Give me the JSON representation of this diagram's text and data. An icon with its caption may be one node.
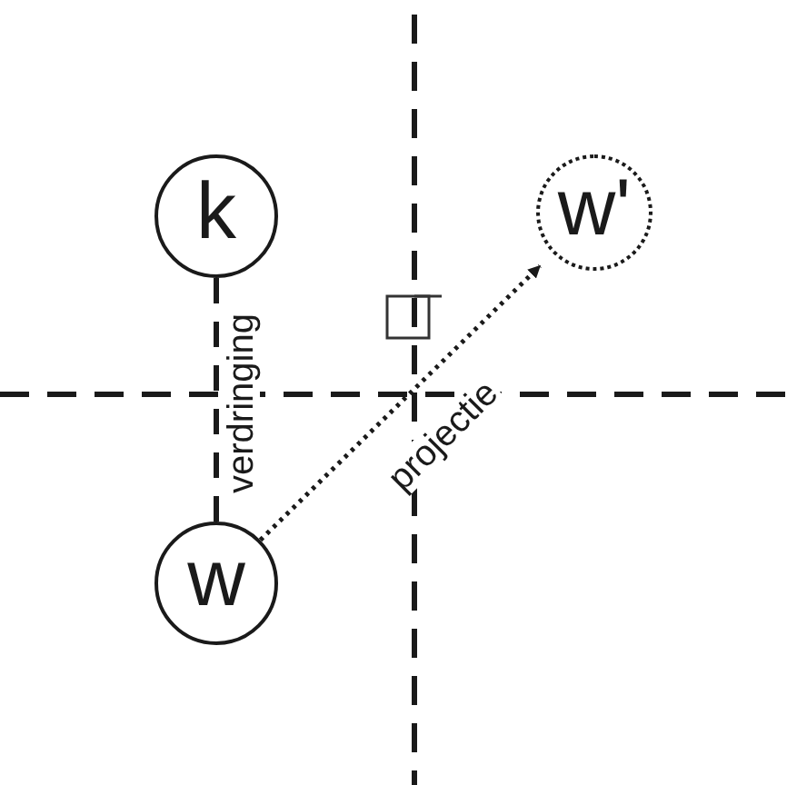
{
  "diagram": {
    "nodes": [
      {
        "text": [
          "k"
        ]
      },
      {
        "text": [
          "w"
        ]
      },
      {
        "text": [
          "w'"
        ]
      }
    ],
    "edges": [
      {
        "from": 0,
        "to": 1,
        "arrow": "none",
        "label": "verdringing",
        "style": "dashed"
      },
      {
        "from": 1,
        "to": 2,
        "arrow": "to",
        "label": "projectie",
        "style": "dashed"
      }
    ]
  }
}
